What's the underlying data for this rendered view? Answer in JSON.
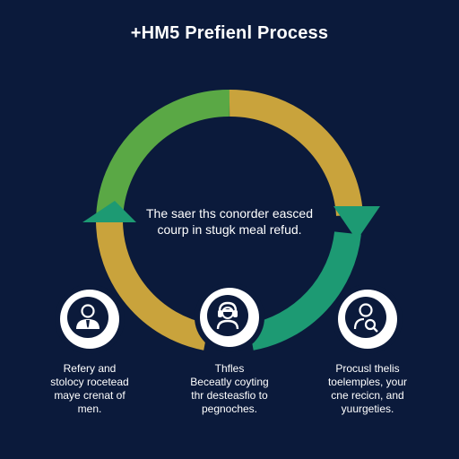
{
  "title": "+HM5 Prefienl Process",
  "center": {
    "line1": "The saer ths conorder easced",
    "line2": "courp in stugk meal refud."
  },
  "steps": [
    {
      "icon": "person-tie-icon",
      "lines": [
        "Refery and",
        "stolocy rocetead",
        "maye crenat of",
        "men."
      ]
    },
    {
      "icon": "worker-headset-icon",
      "lines": [
        "Thfles",
        "Beceatly coyting",
        "thr desteasfio to",
        "pegnoches."
      ]
    },
    {
      "icon": "person-search-icon",
      "lines": [
        "Procusl thelis",
        "toelemples, your",
        "cne recicn, and",
        "yuurgeties."
      ]
    }
  ],
  "colors": {
    "background": "#0b1a3b",
    "green": "#5aa845",
    "gold": "#c9a33c",
    "teal": "#1d9a73"
  }
}
